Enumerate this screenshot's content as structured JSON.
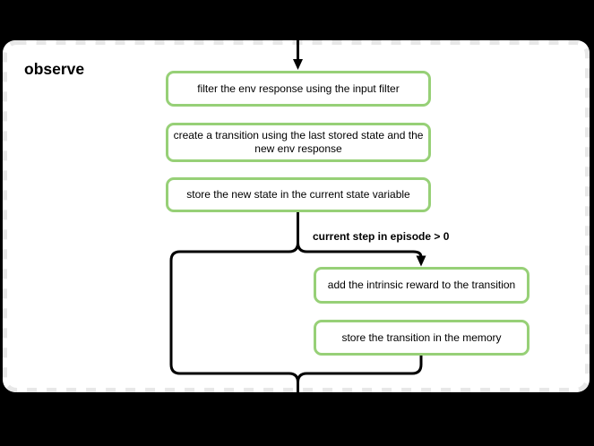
{
  "diagram": {
    "title": "observe",
    "nodes": [
      {
        "label": "filter the env response using the input filter"
      },
      {
        "label": "create a transition using the last stored state and the\nnew env response"
      },
      {
        "label": "store the new state in the current state variable"
      },
      {
        "label": "add the intrinsic reward to the transition"
      },
      {
        "label": "store the transition in the memory"
      }
    ],
    "condition_label": "current step in episode > 0",
    "colors": {
      "background": "#000000",
      "card_background": "#ffffff",
      "card_dashed_border": "#e8e8e8",
      "node_border": "#97d077",
      "connector": "#000000",
      "text": "#000000"
    }
  }
}
